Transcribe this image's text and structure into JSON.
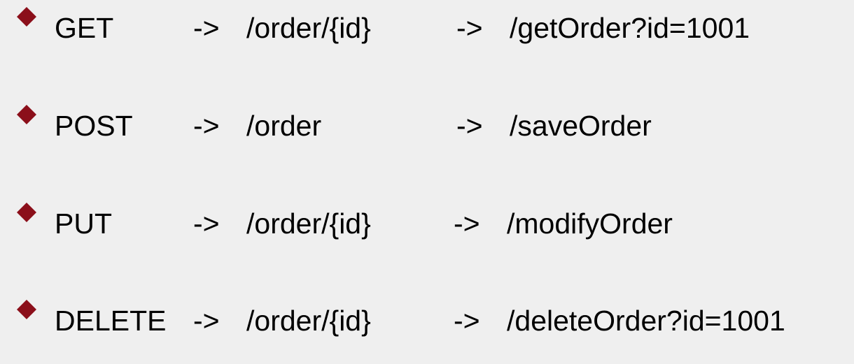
{
  "colors": {
    "background": "#efefef",
    "bullet": "#8b0f1a",
    "text": "#000000"
  },
  "bullet_icon": "diamond-bullet-icon",
  "mappings": [
    {
      "method": "GET",
      "arrow1": "->",
      "path": "/order/{id}",
      "arrow2": "->",
      "action": "/getOrder?id=1001"
    },
    {
      "method": "POST",
      "arrow1": "->",
      "path": "/order",
      "arrow2": "->",
      "action": "/saveOrder"
    },
    {
      "method": "PUT",
      "arrow1": "->",
      "path": "/order/{id}",
      "arrow2": "->",
      "action": "/modifyOrder"
    },
    {
      "method": "DELETE",
      "arrow1": "->",
      "path": "/order/{id}",
      "arrow2": "->",
      "action": "/deleteOrder?id=1001"
    }
  ]
}
